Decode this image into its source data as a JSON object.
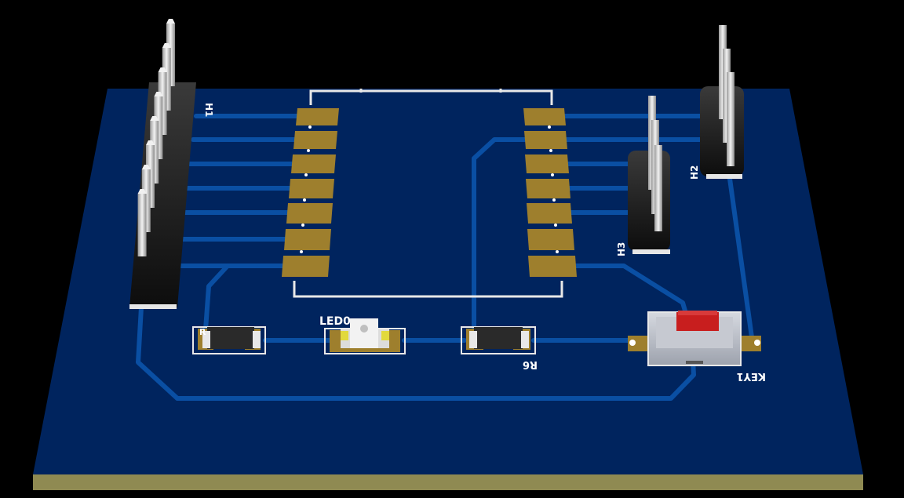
{
  "scene": {
    "background_color": "#000000",
    "board_color": "#00245e",
    "board_edge_color": "#8f8a52",
    "trace_color": "#0a4fa3",
    "pad_color": "#9e7f2d",
    "silkscreen_color": "#ffffff",
    "header_body_color": "#1a1a1a",
    "header_pin_color": "#d9d9d9",
    "button_cap_color": "#c81e1e",
    "button_body_color": "#b7bcc7"
  },
  "labels": {
    "h1": "H1",
    "h2": "H2",
    "h3": "H3",
    "led": "LED0",
    "resistor_left": "R",
    "resistor_r6": "R6",
    "key": "KEY1"
  },
  "components": [
    {
      "name": "H1",
      "type": "pin-header",
      "pins": 8
    },
    {
      "name": "H2",
      "type": "pin-header",
      "pins": 3
    },
    {
      "name": "H3",
      "type": "pin-header",
      "pins": 3
    },
    {
      "name": "LED0",
      "type": "smd-led"
    },
    {
      "name": "R",
      "type": "smd-resistor"
    },
    {
      "name": "R6",
      "type": "smd-resistor"
    },
    {
      "name": "KEY1",
      "type": "tactile-switch"
    },
    {
      "name": "module-footprint",
      "type": "castellated-module",
      "pads_per_side": 7
    }
  ]
}
